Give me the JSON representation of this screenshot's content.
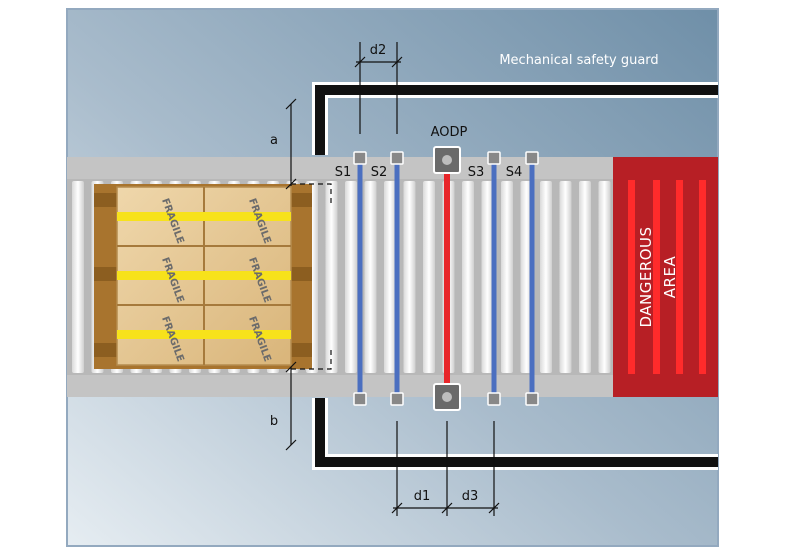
{
  "labels": {
    "guard": "Mechanical safety guard",
    "aodp": "AODP",
    "s1": "S1",
    "s2": "S2",
    "s3": "S3",
    "s4": "S4",
    "a": "a",
    "b": "b",
    "d1": "d1",
    "d2": "d2",
    "d3": "d3",
    "danger_line1": "DANGEROUS",
    "danger_line2": "AREA",
    "fragile": "FRAGILE"
  },
  "colors": {
    "background_top": "#6e8fa8",
    "background_bottom": "#dfe7ee",
    "frame": "#93a9bf",
    "guard": "#111111",
    "conveyor": "#b5b5b5",
    "roller": "#ececec",
    "danger_zone": "#b61e24",
    "danger_stripe": "#ff2a2a",
    "sensor_beam_blue": "#4b6fc0",
    "sensor_beam_red": "#e8262a",
    "pallet_wood": "#a8742e",
    "box": "#e3c592",
    "tape": "#f7e21b"
  }
}
